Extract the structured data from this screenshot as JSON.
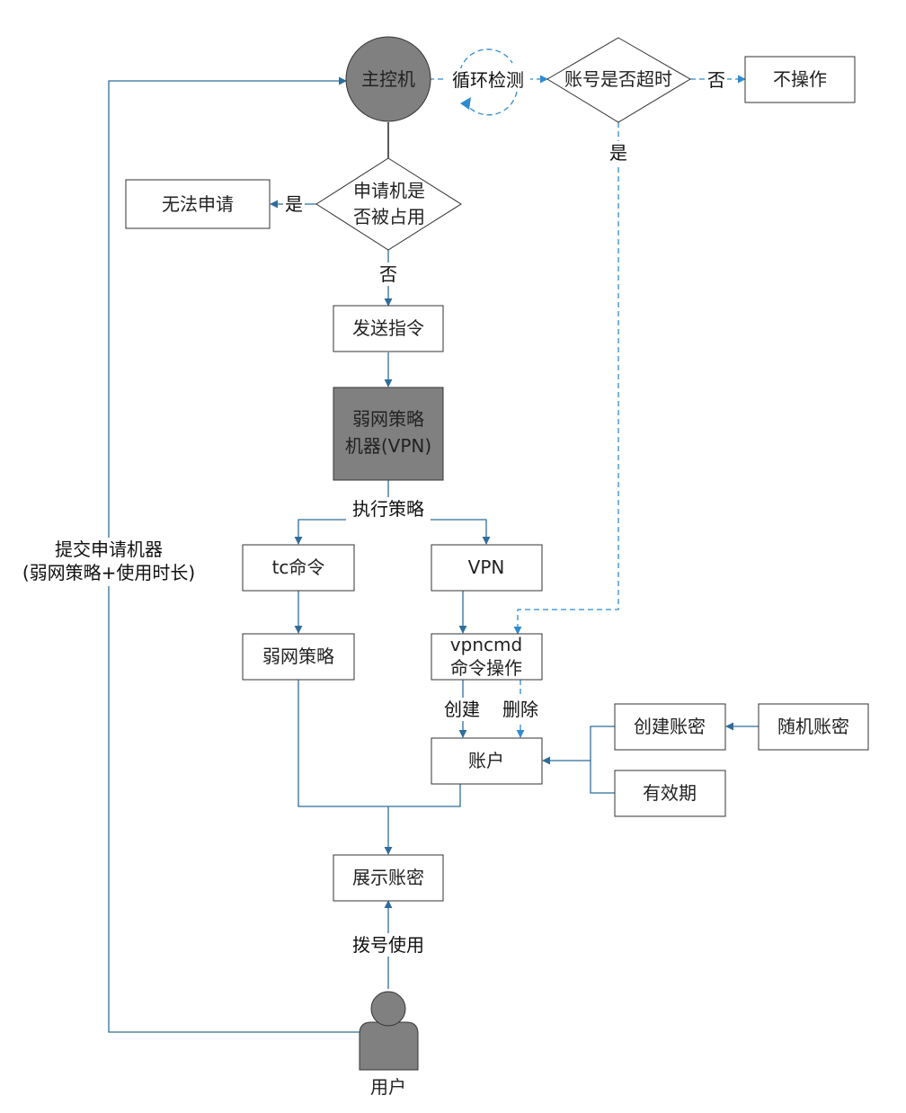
{
  "colors": {
    "connector": "#2f6d9a",
    "dashed_connector": "#2f8bd0",
    "host_fill": "#808080",
    "machine_fill": "#808080",
    "border": "#333333"
  },
  "nodes": {
    "host": "主控机",
    "check_timeout": "账号是否超时",
    "no_op": "不操作",
    "machine_occupied_line1": "申请机是",
    "machine_occupied_line2": "否被占用",
    "cannot_apply": "无法申请",
    "send_command": "发送指令",
    "weak_network_machine_line1": "弱网策略",
    "weak_network_machine_line2": "机器(VPN)",
    "tc_command": "tc命令",
    "vpn": "VPN",
    "weak_network_policy": "弱网策略",
    "vpncmd_line1": "vpncmd",
    "vpncmd_line2": "命令操作",
    "account": "账户",
    "create_credentials": "创建账密",
    "random_credentials": "随机账密",
    "validity_period": "有效期",
    "show_credentials": "展示账密",
    "user": "用户"
  },
  "edge_labels": {
    "loop_check": "循环检测",
    "timeout_no": "否",
    "timeout_yes": "是",
    "occupied_yes": "是",
    "occupied_no": "否",
    "execute_policy": "执行策略",
    "create": "创建",
    "delete": "删除",
    "dial_use": "拨号使用",
    "submit_line1": "提交申请机器",
    "submit_line2": "(弱网策略+使用时长)"
  },
  "icons": {
    "user": "user-person-icon",
    "loop": "loop-arrow-icon"
  }
}
